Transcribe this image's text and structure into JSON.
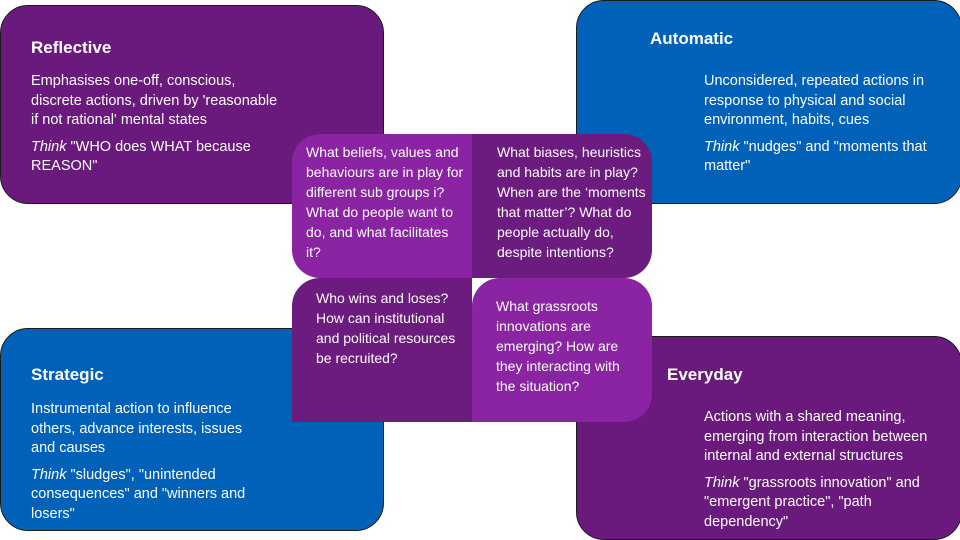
{
  "colors": {
    "quadrant_purple": "#6a1a7c",
    "quadrant_blue": "#0061b8",
    "center_light": "#8a24a2",
    "center_dark": "#6c1b7e",
    "text": "#ffffff"
  },
  "quadrants": {
    "reflective": {
      "title": "Reflective",
      "description": "Emphasises one-off, conscious, discrete actions, driven by 'reasonable if not rational' mental states",
      "think_word": "Think",
      "think_text": " \"WHO does WHAT because REASON\""
    },
    "automatic": {
      "title": "Automatic",
      "description": "Unconsidered, repeated actions in response to physical and social environment, habits, cues",
      "think_word": "Think",
      "think_text": " \"nudges\" and \"moments that matter\""
    },
    "strategic": {
      "title": "Strategic",
      "description": "Instrumental action to influence others, advance interests, issues and causes",
      "think_word": "Think",
      "think_text": " \"sludges\", \"unintended consequences\" and \"winners and losers\""
    },
    "everyday": {
      "title": "Everyday",
      "description": "Actions with a shared meaning, emerging from interaction between internal and external structures",
      "think_word": "Think",
      "think_text": " \"grassroots innovation\" and \"emergent practice\", \"path dependency\""
    }
  },
  "center_questions": {
    "top_left": "What beliefs, values and behaviours are in play for different sub groups i?  What do people want to do, and what facilitates it?",
    "top_right": "What biases, heuristics and habits are in play? When are the ‘moments that matter’? What do people actually do, despite intentions?",
    "bottom_left": "Who wins and loses? How can institutional and political resources be recruited?",
    "bottom_right": "What grassroots innovations are emerging? How are they interacting with the situation?"
  }
}
